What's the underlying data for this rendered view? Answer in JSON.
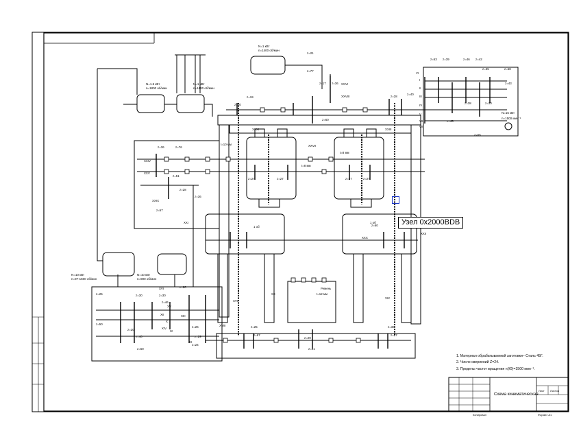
{
  "diagram": {
    "tooltip": "Узел 0x2000BDB",
    "notes": [
      "1.  Материал обрабатываемой заготовки– Сталь 45Г.",
      "2.  Число сверлений Z=24.",
      "3.  Пределы частот вращения n(Ю)=1500 мин⁻¹."
    ],
    "title_block": {
      "name": "Схема кинематическая",
      "sheet": "Лист",
      "sheets": "Листов",
      "format": "Формат А1",
      "copied": "Копировал"
    },
    "motors": [
      {
        "line1": "N=1 кВт",
        "line2": "n=1400 об/мин"
      },
      {
        "line1": "N=1.5 кВт",
        "line2": "n=1800 об/мин"
      },
      {
        "line1": "N=1 кВт",
        "line2": "n=1400 об/мин"
      },
      {
        "line1": "N=15 кВт",
        "line2": "n=1500 мин⁻¹"
      },
      {
        "line1": "N=10 кВт",
        "line2": "n=97-1600 об/мин"
      },
      {
        "line1": "N=10 кВт",
        "line2": "n=900 об/мин"
      }
    ],
    "gear_labels": [
      "z=21",
      "z=77",
      "z=36",
      "z=17",
      "z=60",
      "z=19",
      "z=20",
      "z=28",
      "z=40",
      "z=39",
      "z=53",
      "z=46",
      "z=42",
      "z=35",
      "z=58",
      "z=43",
      "z=45",
      "z=38",
      "z=30",
      "z=55",
      "z=36",
      "z=76",
      "z=51",
      "z=28",
      "z=57",
      "z=27",
      "z=27",
      "z=27",
      "z=27",
      "z=60",
      "z=36",
      "z=30",
      "z=30",
      "z=20",
      "z=46",
      "z=25",
      "z=50",
      "z=40",
      "z=60",
      "z=29",
      "z=24",
      "z=26",
      "z=60",
      "z=25",
      "z=29",
      "z=47",
      "z=21",
      "z=67",
      "z=33"
    ],
    "shaft_labels": [
      "I",
      "II",
      "III",
      "IV",
      "V",
      "VI",
      "VII",
      "VIII",
      "IX",
      "X",
      "XI",
      "XII",
      "XIII",
      "XIV",
      "XV",
      "XVI",
      "XVII",
      "XVIII",
      "XIX",
      "XX",
      "XXI",
      "XXII",
      "XXIII",
      "XXIV",
      "XXV",
      "XXVI",
      "XXVII",
      "XXVIII",
      "XXIX",
      "XXX",
      "XXXI"
    ],
    "misc_labels": [
      "t=10 мм",
      "t=8 мм",
      "t=12 мм",
      "1 об",
      "Ремень"
    ]
  }
}
